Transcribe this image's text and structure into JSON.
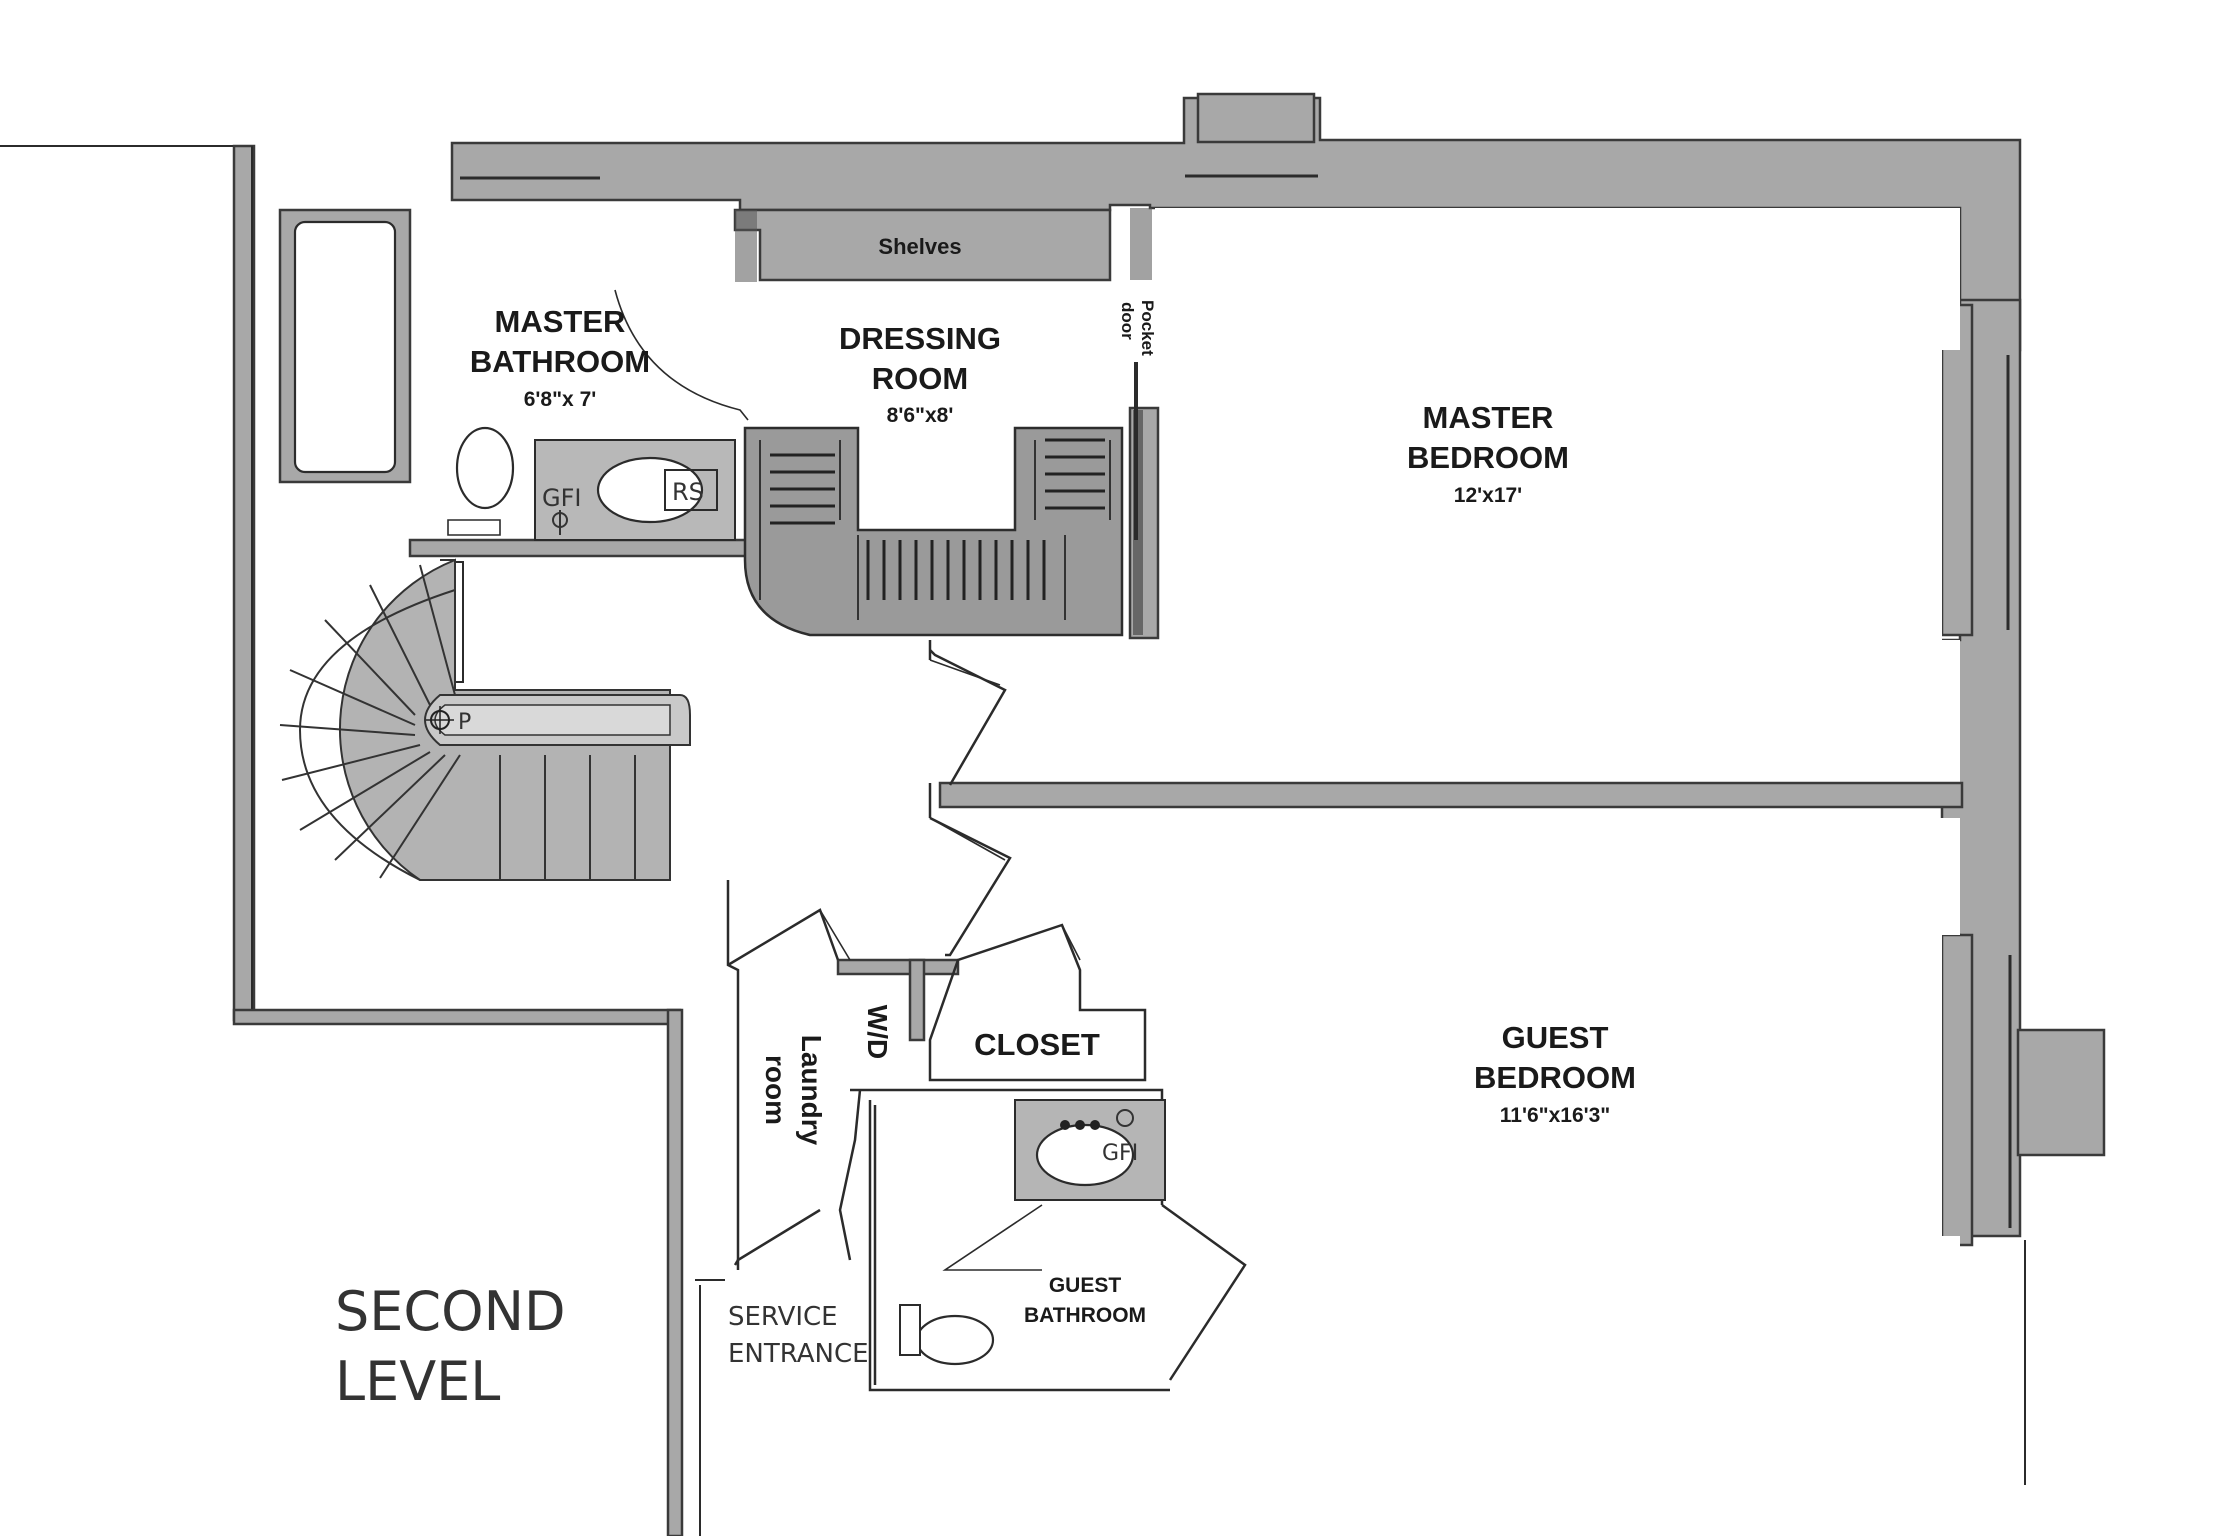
{
  "floor_label": {
    "line1": "SECOND",
    "line2": "LEVEL"
  },
  "rooms": {
    "master_bathroom": {
      "line1": "MASTER",
      "line2": "BATHROOM",
      "size": "6'8\"x 7'"
    },
    "dressing_room": {
      "line1": "DRESSING",
      "line2": "ROOM",
      "size": "8'6\"x8'"
    },
    "master_bedroom": {
      "line1": "MASTER",
      "line2": "BEDROOM",
      "size": "12'x17'"
    },
    "guest_bedroom": {
      "line1": "GUEST",
      "line2": "BEDROOM",
      "size": "11'6\"x16'3\""
    },
    "guest_bathroom": {
      "line1": "GUEST",
      "line2": "BATHROOM"
    },
    "closet": {
      "label": "CLOSET"
    },
    "laundry": {
      "line1": "Laundry",
      "line2": "room"
    },
    "wd": {
      "label": "W/D"
    },
    "service_entrance": {
      "line1": "SERVICE",
      "line2": "ENTRANCE"
    }
  },
  "annotations": {
    "shelves": "Shelves",
    "pocket_door_line1": "Pocket",
    "pocket_door_line2": "door",
    "gfi_master": "GFI",
    "rs": "RS",
    "gfi_guest": "GFI",
    "stair_p": "P"
  }
}
